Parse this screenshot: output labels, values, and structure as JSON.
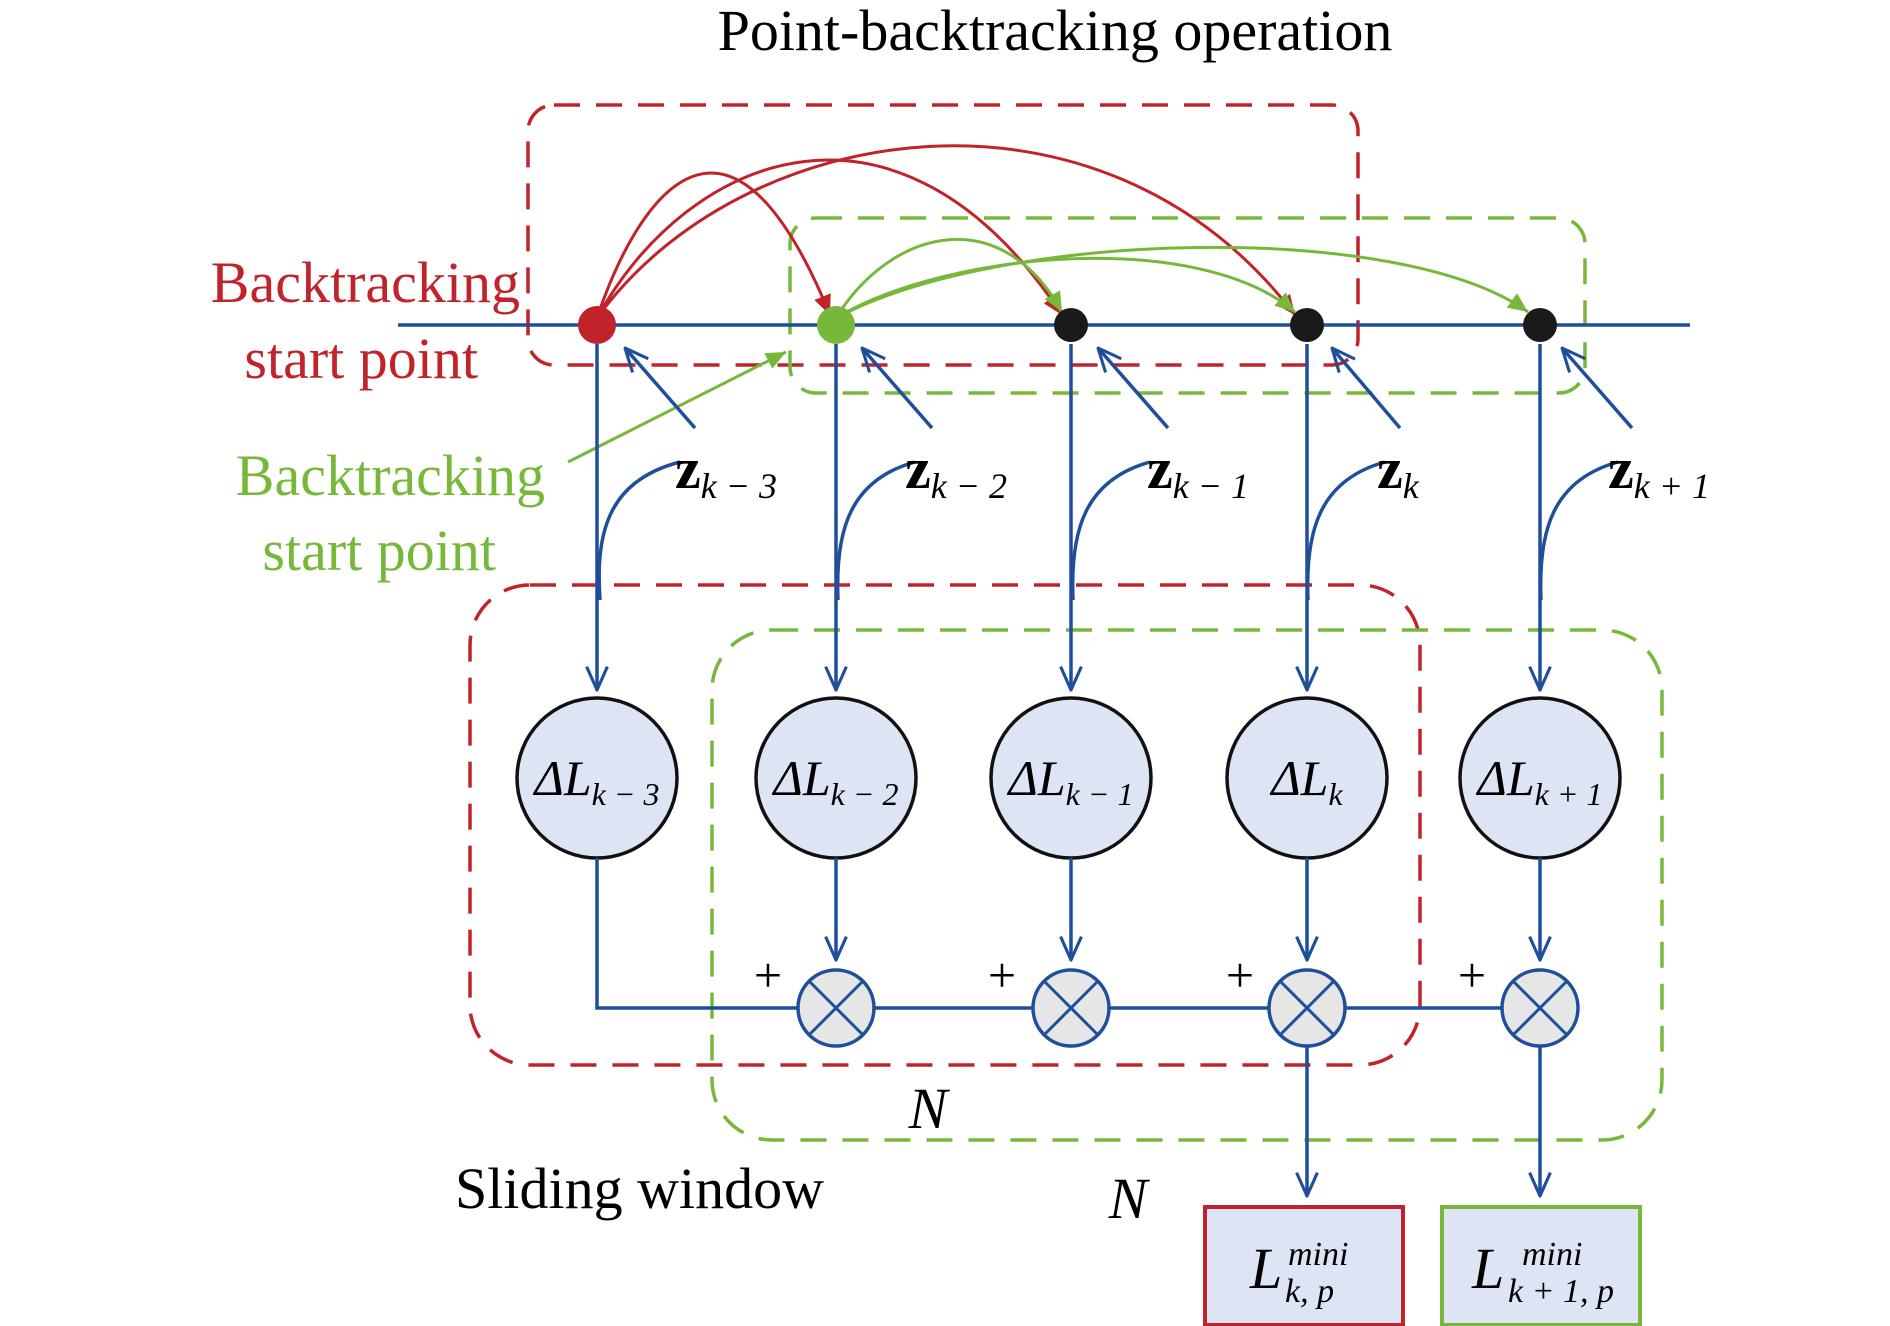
{
  "title": "Point-backtracking operation",
  "red_start_label": [
    "Backtracking",
    "start point"
  ],
  "green_start_label": [
    "Backtracking",
    "start point"
  ],
  "sliding_window_label": "Sliding window",
  "window_size_label": "N",
  "measurements": [
    {
      "base": "z",
      "sub": "k − 3"
    },
    {
      "base": "z",
      "sub": "k − 2"
    },
    {
      "base": "z",
      "sub": "k − 1"
    },
    {
      "base": "z",
      "sub": "k"
    },
    {
      "base": "z",
      "sub": "k + 1"
    }
  ],
  "delta_nodes": [
    {
      "prefix": "ΔL",
      "sub": "k − 3"
    },
    {
      "prefix": "ΔL",
      "sub": "k − 2"
    },
    {
      "prefix": "ΔL",
      "sub": "k − 1"
    },
    {
      "prefix": "ΔL",
      "sub": "k"
    },
    {
      "prefix": "ΔL",
      "sub": "k + 1"
    }
  ],
  "sum_sign": "+",
  "outputs": [
    {
      "base": "L",
      "sup": "mini",
      "sub": "k, p",
      "color": "#c0242a"
    },
    {
      "base": "L",
      "sup": "mini",
      "sub": "k + 1, p",
      "color": "#77b83a"
    }
  ],
  "colors": {
    "red": "#c0242a",
    "green": "#77b83a",
    "blue": "#1f4e9a",
    "node_fill": "#dde5f4",
    "sum_fill": "#e6e6e6"
  }
}
